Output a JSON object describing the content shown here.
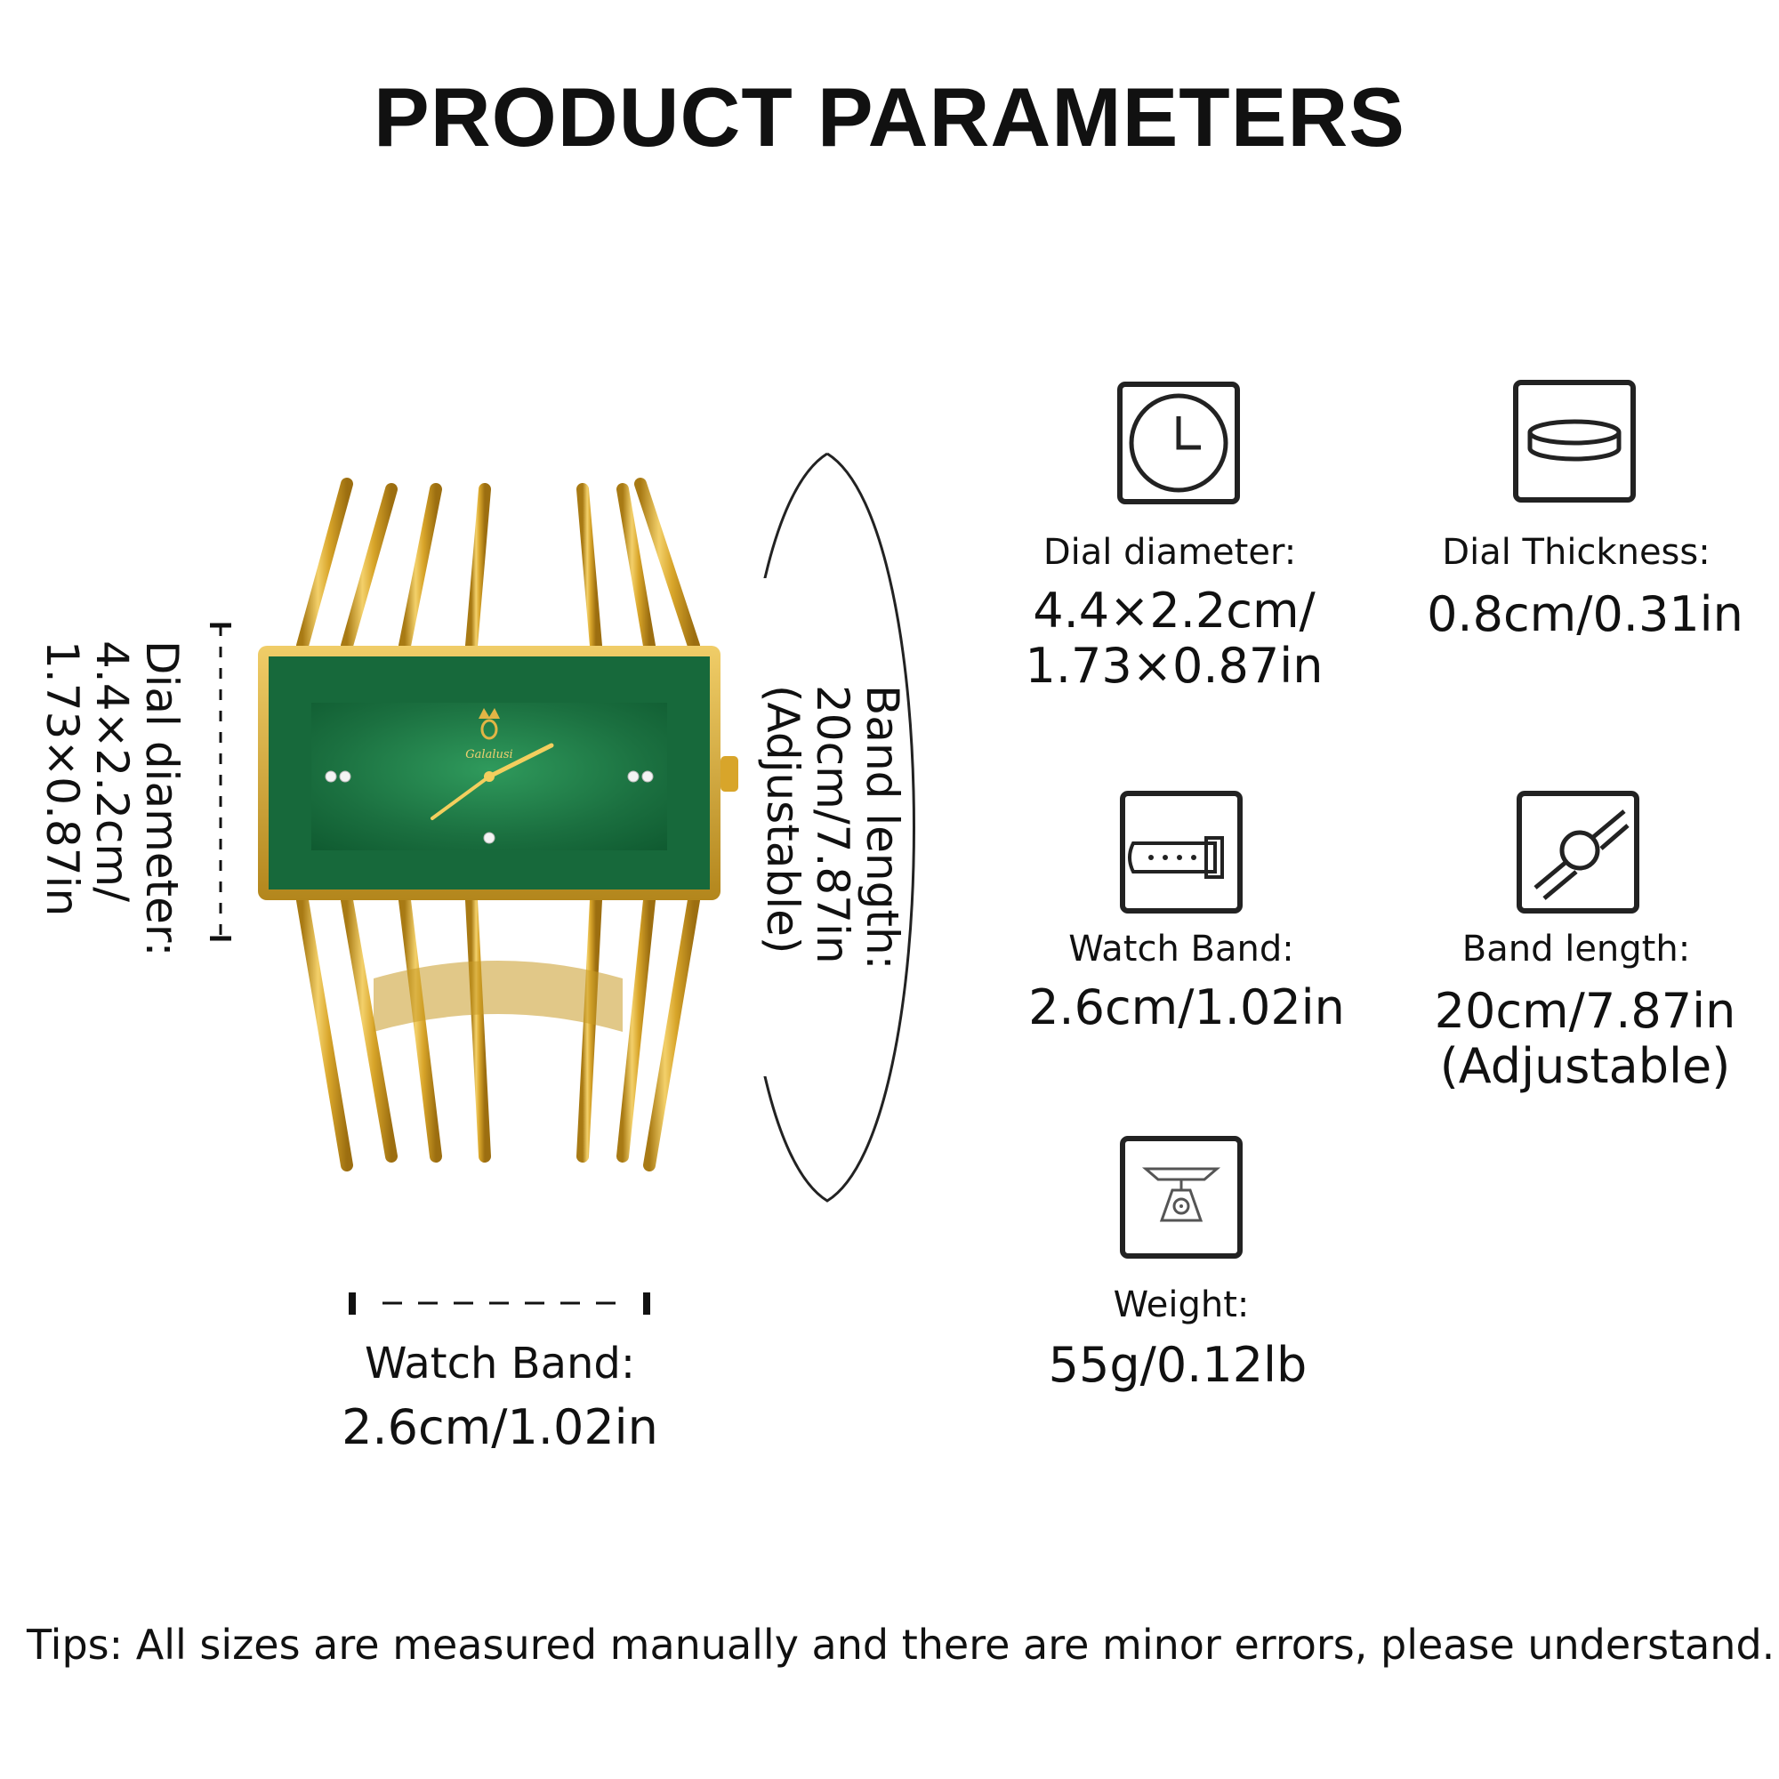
{
  "title": "PRODUCT PARAMETERS",
  "figure": {
    "dial_label": "Dial diameter:",
    "dial_value_1": "4.4×2.2cm/",
    "dial_value_2": "1.73×0.87in",
    "band_length_label": "Band length:",
    "band_length_value": "20cm/7.87in",
    "band_length_note": "(Adjustable)",
    "watch_band_label": "Watch Band:",
    "watch_band_value": "2.6cm/1.02in",
    "brand_mark": "Galalusi"
  },
  "specs": [
    {
      "icon": "clock-icon",
      "label": "Dial diameter:",
      "value_1": "4.4×2.2cm/",
      "value_2": "1.73×0.87in"
    },
    {
      "icon": "dial-thickness-icon",
      "label": "Dial Thickness:",
      "value_1": "0.8cm/0.31in",
      "value_2": ""
    },
    {
      "icon": "watch-band-icon",
      "label": "Watch Band:",
      "value_1": "2.6cm/1.02in",
      "value_2": ""
    },
    {
      "icon": "band-length-icon",
      "label": "Band length:",
      "value_1": "20cm/7.87in",
      "value_2": "(Adjustable)"
    },
    {
      "icon": "scale-icon",
      "label": "Weight:",
      "value_1": "55g/0.12lb",
      "value_2": ""
    }
  ],
  "tips": "Tips: All sizes are measured manually and there are minor errors, please understand.",
  "colors": {
    "gold": "#d8a52a",
    "gold_dark": "#a87a14",
    "dial_green": "#1f7a46",
    "text": "#111111"
  }
}
